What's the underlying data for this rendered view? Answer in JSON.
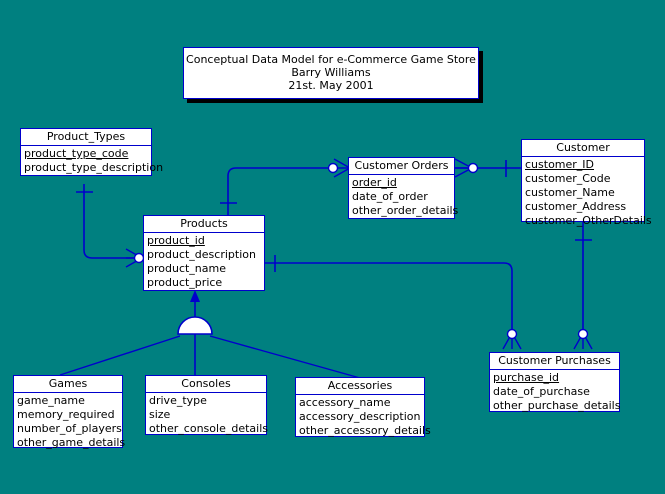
{
  "diagram": {
    "background_color": "#008080",
    "line_color": "#0000cc",
    "box_fill": "#ffffff",
    "text_color": "#000000"
  },
  "title_box": {
    "lines": [
      "Conceptual Data Model for e-Commerce Game Store",
      "Barry Williams",
      "21st. May 2001"
    ]
  },
  "entities": [
    {
      "id": "product_types",
      "name": "Product_Types",
      "attributes": [
        {
          "text": "product_type_code",
          "pk": true
        },
        {
          "text": "product_type_description",
          "pk": false
        }
      ]
    },
    {
      "id": "customer_orders",
      "name": "Customer Orders",
      "attributes": [
        {
          "text": "order_id",
          "pk": true
        },
        {
          "text": "date_of_order",
          "pk": false
        },
        {
          "text": "other_order_details",
          "pk": false
        }
      ]
    },
    {
      "id": "customer",
      "name": "Customer",
      "attributes": [
        {
          "text": "customer_ID",
          "pk": true
        },
        {
          "text": "customer_Code",
          "pk": false
        },
        {
          "text": "customer_Name",
          "pk": false
        },
        {
          "text": "customer_Address",
          "pk": false
        },
        {
          "text": "customer_OtherDetails",
          "pk": false
        }
      ]
    },
    {
      "id": "products",
      "name": "Products",
      "attributes": [
        {
          "text": "product_id",
          "pk": true
        },
        {
          "text": "product_description",
          "pk": false
        },
        {
          "text": "product_name",
          "pk": false
        },
        {
          "text": "product_price",
          "pk": false
        }
      ]
    },
    {
      "id": "games",
      "name": "Games",
      "attributes": [
        {
          "text": "game_name",
          "pk": false
        },
        {
          "text": "memory_required",
          "pk": false
        },
        {
          "text": "number_of_players",
          "pk": false
        },
        {
          "text": "other_game_details",
          "pk": false
        }
      ]
    },
    {
      "id": "consoles",
      "name": "Consoles",
      "attributes": [
        {
          "text": "drive_type",
          "pk": false
        },
        {
          "text": "size",
          "pk": false
        },
        {
          "text": "other_console_details",
          "pk": false
        }
      ]
    },
    {
      "id": "accessories",
      "name": "Accessories",
      "attributes": [
        {
          "text": "accessory_name",
          "pk": false
        },
        {
          "text": "accessory_description",
          "pk": false
        },
        {
          "text": "other_accessory_details",
          "pk": false
        }
      ]
    },
    {
      "id": "customer_purchases",
      "name": "Customer Purchases",
      "attributes": [
        {
          "text": "purchase_id",
          "pk": true
        },
        {
          "text": "date_of_purchase",
          "pk": false
        },
        {
          "text": "other_purchase_details",
          "pk": false
        }
      ]
    }
  ],
  "relationships": [
    {
      "id": "product-types-to-products",
      "from": "product_types",
      "to": "products"
    },
    {
      "id": "products-to-customer-orders",
      "from": "products",
      "to": "customer_orders"
    },
    {
      "id": "customer-orders-to-customer",
      "from": "customer_orders",
      "to": "customer"
    },
    {
      "id": "products-to-customer-purchases",
      "from": "products",
      "to": "customer_purchases"
    },
    {
      "id": "customer-to-customer-purchases",
      "from": "customer",
      "to": "customer_purchases"
    }
  ],
  "generalization": {
    "id": "products-subtypes",
    "supertype": "products",
    "subtypes": [
      "games",
      "consoles",
      "accessories"
    ]
  }
}
